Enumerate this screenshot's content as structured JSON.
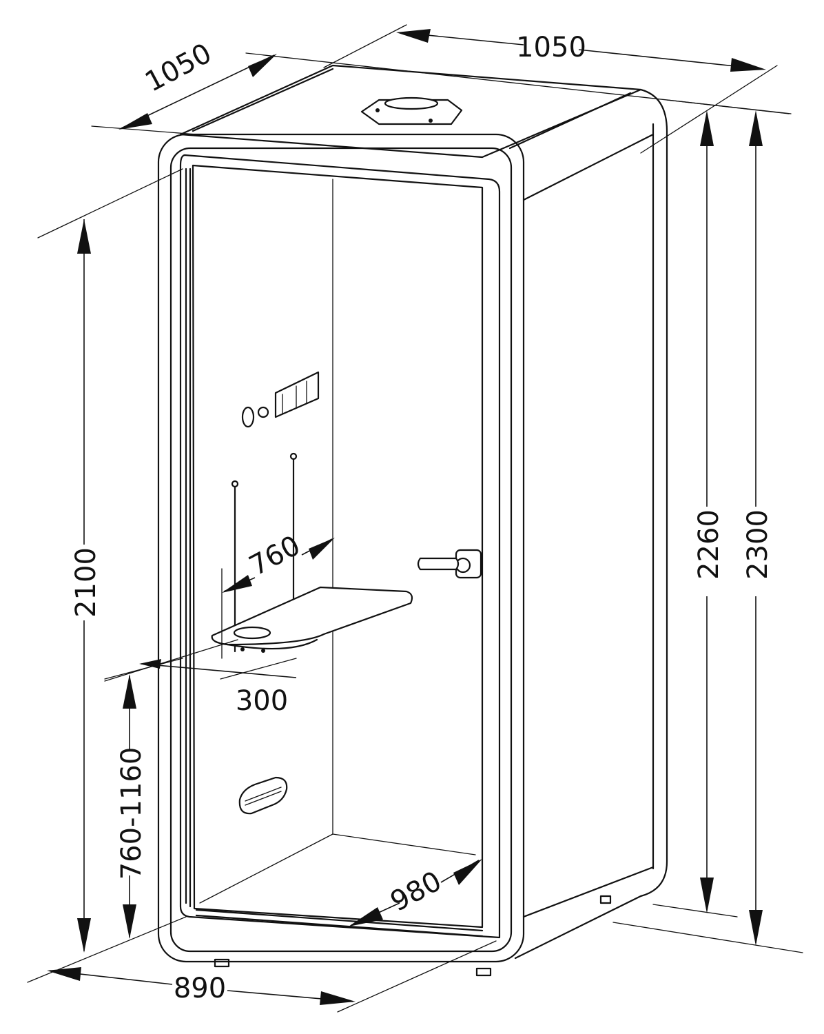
{
  "dimensions": {
    "top_width": "1050",
    "top_depth": "1050",
    "inner_height": "2100",
    "total_height_a": "2260",
    "total_height_b": "2300",
    "table_width": "760",
    "table_depth": "300",
    "table_height_range": "760-1160",
    "floor_depth": "980",
    "front_width": "890"
  },
  "colors": {
    "line": "#111111",
    "background": "#ffffff"
  },
  "icons": [
    "fan-vent-icon",
    "control-panel-icon",
    "door-handle-icon",
    "air-vent-icon"
  ]
}
